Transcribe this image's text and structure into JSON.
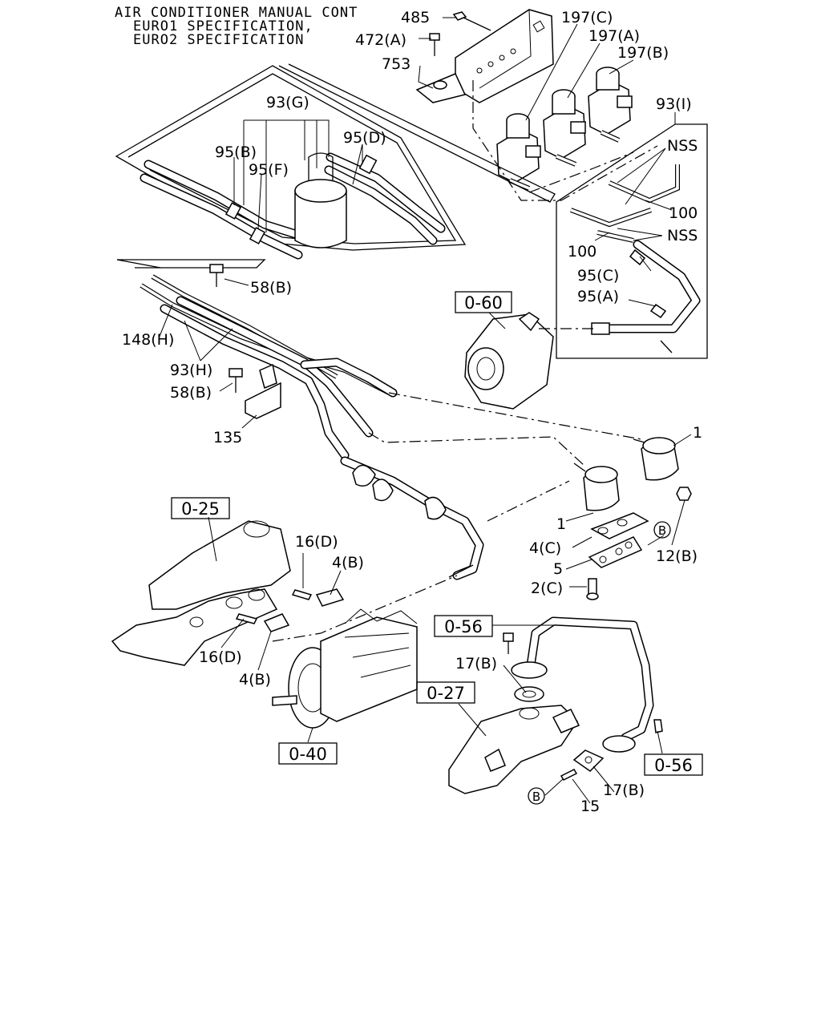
{
  "header": {
    "line1": "AIR CONDITIONER MANUAL CONT",
    "line2": "EURO1 SPECIFICATION,",
    "line3": "EURO2 SPECIFICATION"
  },
  "labels": {
    "p485": "485",
    "p472a": "472(A)",
    "p753": "753",
    "p197c": "197(C)",
    "p197a": "197(A)",
    "p197b": "197(B)",
    "p93g": "93(G)",
    "p95d": "95(D)",
    "p95b": "95(B)",
    "p95f": "95(F)",
    "p93i": "93(I)",
    "nss1": "NSS",
    "p100a": "100",
    "p100b": "100",
    "nss2": "NSS",
    "p95c": "95(C)",
    "p95a": "95(A)",
    "p58b1": "58(B)",
    "p148h": "148(H)",
    "p93h": "93(H)",
    "p58b2": "58(B)",
    "p135": "135",
    "p1a": "1",
    "p1b": "1",
    "p4c": "4(C)",
    "p5": "5",
    "p2c": "2(C)",
    "p12b": "12(B)",
    "circB1": "B",
    "p16d1": "16(D)",
    "p4b1": "4(B)",
    "p16d2": "16(D)",
    "p4b2": "4(B)",
    "p17b1": "17(B)",
    "p17b2": "17(B)",
    "p15": "15",
    "circB2": "B"
  },
  "references": {
    "r060": "0-60",
    "r025": "0-25",
    "r056a": "0-56",
    "r027": "0-27",
    "r040": "0-40",
    "r056b": "0-56"
  }
}
